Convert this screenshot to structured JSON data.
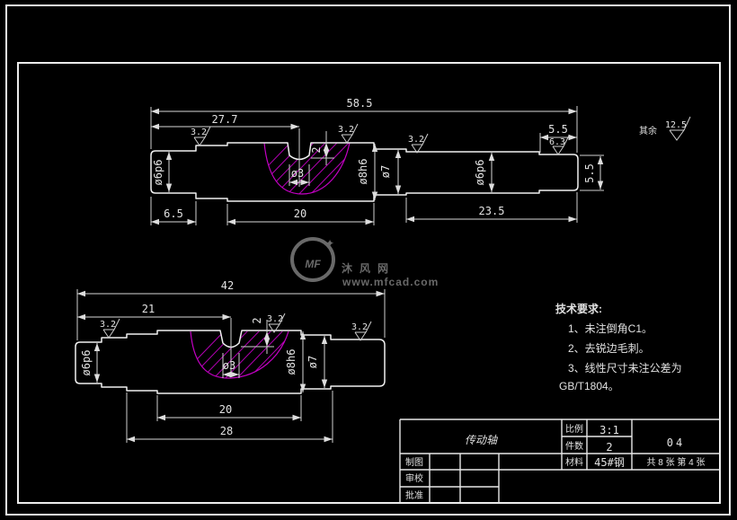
{
  "watermark": {
    "logo": "MF",
    "brand": "沐风网",
    "url": "www.mfcad.com"
  },
  "surface": {
    "rest_label": "其余",
    "rest_value": "12.5"
  },
  "top": {
    "len_overall": "58.5",
    "len_to_key": "27.7",
    "len_left": "6.5",
    "len_mid": "20",
    "len_right": "23.5",
    "len_tip": "5.5",
    "dia_tip_v": "5.5",
    "dia_left": "ø6p6",
    "dia_mid": "ø8h6",
    "dia_seven": "ø7",
    "dia_right": "ø6p6",
    "key_dia": "ø3",
    "key_depth": "2",
    "ra_shoulder": "3.2",
    "ra_key": "3.2",
    "ra_right": "3.2",
    "ra_tip": "6.3"
  },
  "bottom": {
    "len_overall": "42",
    "len_to_key": "21",
    "len_mid": "20",
    "len_right": "28",
    "dia_left": "ø6p6",
    "dia_mid": "ø8h6",
    "dia_seven": "ø7",
    "key_dia": "ø3",
    "key_depth": "2",
    "ra_left": "3.2",
    "ra_key": "3.2",
    "ra_right": "3.2"
  },
  "tech": {
    "title": "技术要求:",
    "item1": "1、未注倒角C1。",
    "item2": "2、去锐边毛刺。",
    "item3": "3、线性尺寸未注公差为",
    "item4": "GB/T1804。"
  },
  "tb": {
    "part_name": "传动轴",
    "scale_label": "比例",
    "scale_value": "3:1",
    "qty_label": "件数",
    "qty_value": "2",
    "drawing_no": "04",
    "material_label": "材料",
    "material_value": "45#钢",
    "sheet_info": "共 8 张 第 4 张",
    "drawn_label": "制图",
    "checked_label": "审校",
    "approved_label": "批准"
  }
}
